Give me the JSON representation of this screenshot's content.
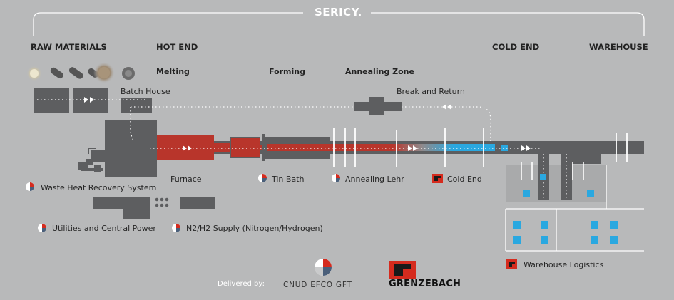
{
  "brand": "SERICY.",
  "sections": {
    "raw_materials": "RAW MATERIALS",
    "hot_end": "HOT END",
    "cold_end": "COLD END",
    "warehouse": "WAREHOUSE"
  },
  "stages": {
    "melting": "Melting",
    "forming": "Forming",
    "annealing_zone": "Annealing Zone"
  },
  "labels": {
    "batch_house": "Batch House",
    "break_and_return": "Break and Return",
    "furnace": "Furnace",
    "tin_bath": "Tin Bath",
    "annealing_lehr": "Annealing Lehr",
    "cold_end": "Cold End",
    "waste_heat": "Waste Heat Recovery System",
    "utilities": "Utilities and Central Power",
    "n2h2": "N2/H2 Supply (Nitrogen/Hydrogen)",
    "warehouse_logistics": "Warehouse Logistics"
  },
  "footer": {
    "delivered_by": "Delivered by:",
    "partner1": "CNUD EFCO GFT",
    "partner2": "GRENZEBACH"
  },
  "colors": {
    "background": "#b8b9ba",
    "machinery": "#5d5e60",
    "hot_glass": "#b8352b",
    "cool_glass": "#2aa8e0",
    "brand_red": "#d52b1e",
    "white": "#ffffff"
  },
  "icons": {
    "cnud_logo": "cnud-efco-logo-icon",
    "grenzebach_logo": "grenzebach-logo-icon"
  }
}
